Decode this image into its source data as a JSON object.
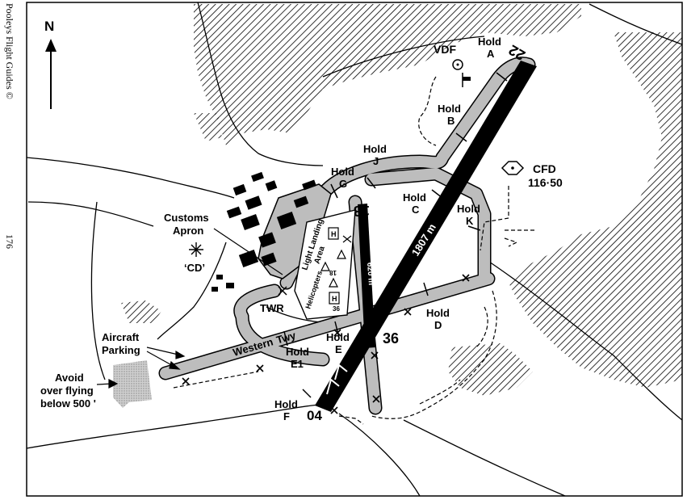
{
  "side_text": {
    "publisher": "Pooleys Flight Guides ©",
    "page_number": "176"
  },
  "north_label": "N",
  "runways": {
    "main": {
      "end_04": "04",
      "end_22": "22",
      "length": "1807 m"
    },
    "secondary": {
      "end_18": "18",
      "end_36": "36",
      "length": "620 m"
    }
  },
  "holds": {
    "A": [
      "Hold",
      "A"
    ],
    "B": [
      "Hold",
      "B"
    ],
    "C": [
      "Hold",
      "C"
    ],
    "D": [
      "Hold",
      "D"
    ],
    "E": [
      "Hold",
      "E"
    ],
    "E1": [
      "Hold",
      "E1"
    ],
    "F": [
      "Hold",
      "F"
    ],
    "G": [
      "Hold",
      "G"
    ],
    "J": [
      "Hold",
      "J"
    ],
    "K": [
      "Hold",
      "K"
    ]
  },
  "navaids": {
    "vdf": "VDF",
    "cfd_name": "CFD",
    "cfd_freq": "116·50"
  },
  "labels": {
    "customs_apron": [
      "Customs",
      "Apron"
    ],
    "cd": "‘CD’",
    "twr": "TWR",
    "western_twy": [
      "Western",
      "Twy"
    ],
    "aircraft_parking": [
      "Aircraft",
      "Parking"
    ],
    "avoid_note": [
      "Avoid",
      "over flying",
      "below 500 '"
    ],
    "light_landing_area": [
      "Light Landing",
      "Area"
    ],
    "helicopters": "Helicopters",
    "heli_h": "H",
    "heli_18": "18",
    "heli_36": "36"
  }
}
